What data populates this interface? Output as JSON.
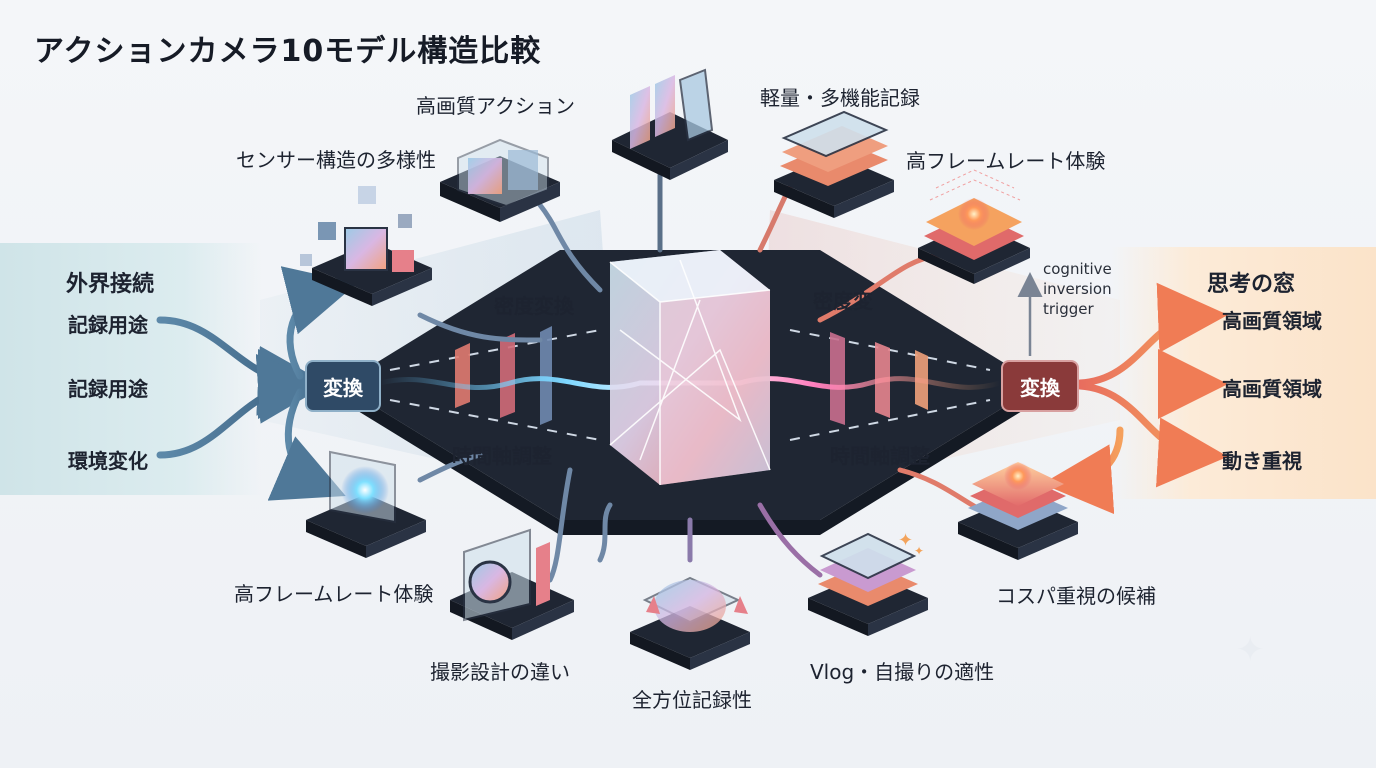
{
  "title": "アクションカメラ10モデル構造比較",
  "left_panel": {
    "heading": "外界接続",
    "items": [
      "記録用途",
      "記録用途",
      "環境変化"
    ]
  },
  "right_panel": {
    "heading": "思考の窓",
    "items": [
      "高画質領域",
      "高画質領域",
      "動き重視"
    ]
  },
  "converters": {
    "left": "変換",
    "right": "変換"
  },
  "center_labels": {
    "density_left": "密度変換",
    "density_right": "密度変",
    "time_left": "時間軸調整",
    "time_right": "時間軸調整"
  },
  "nodes": {
    "sensor_diversity": "センサー構造の多様性",
    "high_quality_action": "高画質アクション",
    "light_multi": "軽量・多機能記録",
    "hfr_top": "高フレームレート体験",
    "hfr_bottom": "高フレームレート体験",
    "shooting_design": "撮影設計の違い",
    "omni": "全方位記録性",
    "vlog": "Vlog・自撮りの適性",
    "cost": "コスパ重視の候補"
  },
  "annotation": {
    "line1": "cognitive",
    "line2": "inversion",
    "line3": "trigger"
  },
  "colors": {
    "dark_platform": "#1f2633",
    "left_flow": "#5a86a8",
    "right_flow": "#ef8a5a",
    "converter_left": "#2f4a66",
    "converter_right": "#8a3a3a"
  }
}
